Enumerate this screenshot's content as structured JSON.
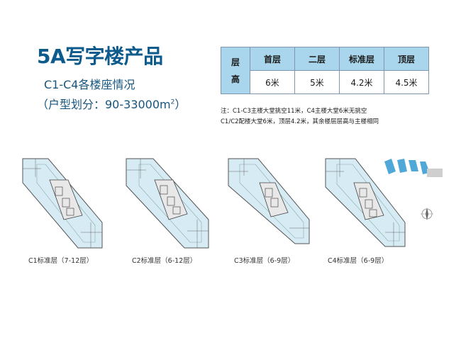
{
  "title": "5A写字楼产品",
  "subtitle": "C1-C4各楼座情况",
  "area": {
    "prefix": "（户型划分：90-33000m",
    "sup": "2",
    "suffix": "）"
  },
  "height_table": {
    "row_header_top": "层",
    "row_header_bottom": "高",
    "columns": [
      "首层",
      "二层",
      "标准层",
      "顶层"
    ],
    "values": [
      "6米",
      "5米",
      "4.2米",
      "4.5米"
    ]
  },
  "notes": [
    "注：C1-C3主楼大堂挑空11米，C4主楼大堂6米无挑空",
    "C1/C2配楼大堂6米，顶层4.2米，其余楼层层高与主楼相同"
  ],
  "plans": [
    {
      "label": "C1标准层（7-12层）"
    },
    {
      "label": "C2标准层（6-12层）"
    },
    {
      "label": "C3标准层（6-9层）"
    },
    {
      "label": "C4标准层（6-9层）"
    }
  ],
  "colors": {
    "title": "#0d5a8c",
    "table_header": "#a9d6ec",
    "unit_fill": "#d7ebf4",
    "core_fill": "#e8e8e8"
  }
}
